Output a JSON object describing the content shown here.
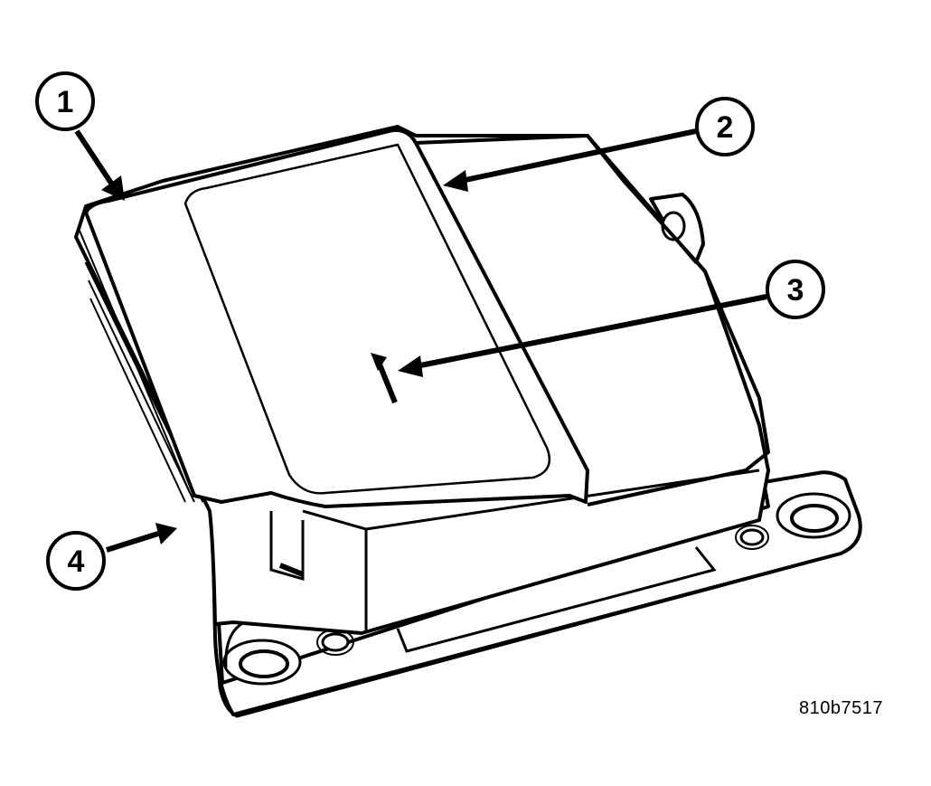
{
  "figure_id": "810b7517",
  "callouts": [
    {
      "label": "1"
    },
    {
      "label": "2"
    },
    {
      "label": "3"
    },
    {
      "label": "4"
    }
  ],
  "colors": {
    "ink": "#000000",
    "paper": "#ffffff"
  }
}
